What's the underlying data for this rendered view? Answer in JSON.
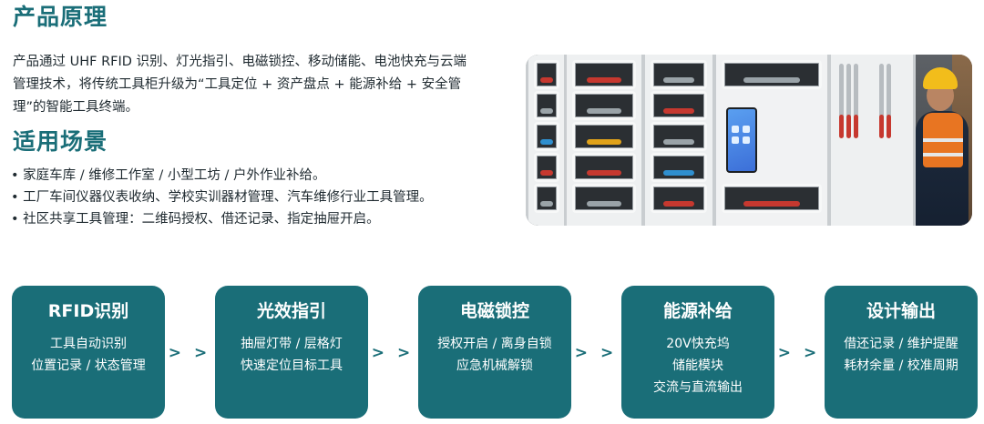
{
  "principle": {
    "title": "产品原理",
    "paragraph": "产品通过 UHF RFID 识别、灯光指引、电磁锁控、移动储能、电池快充与云端管理技术，将传统工具柜升级为“工具定位 + 资产盘点 + 能源补给 + 安全管理”的智能工具终端。"
  },
  "scenarios": {
    "title": "适用场景",
    "items": [
      "家庭车库 / 维修工作室 / 小型工坊 / 户外作业补给。",
      "工厂车间仪器仪表收纳、学校实训器材管理、汽车维修行业工具管理。",
      "社区共享工具管理：二维码授权、借还记录、指定抽屉开启。"
    ]
  },
  "photo": {
    "subject": "智能工具柜与工人",
    "colors": {
      "vest": "#e87522",
      "helmet": "#f2bd1b",
      "screen": "#3c6fd8"
    }
  },
  "flow": {
    "arrow": "> >",
    "cards": [
      {
        "title": "RFID识别",
        "lines": [
          "工具自动识别",
          "位置记录 / 状态管理"
        ]
      },
      {
        "title": "光效指引",
        "lines": [
          "抽屉灯带 / 层格灯",
          "快速定位目标工具"
        ]
      },
      {
        "title": "电磁锁控",
        "lines": [
          "授权开启 / 离身自锁",
          "应急机械解锁"
        ]
      },
      {
        "title": "能源补给",
        "lines": [
          "20V快充坞",
          "储能模块",
          "交流与直流输出"
        ]
      },
      {
        "title": "设计输出",
        "lines": [
          "借还记录 / 维护提醒",
          "耗材余量 / 校准周期"
        ]
      }
    ]
  },
  "colors": {
    "accent": "#1a6e78",
    "text": "#1f2a30"
  }
}
